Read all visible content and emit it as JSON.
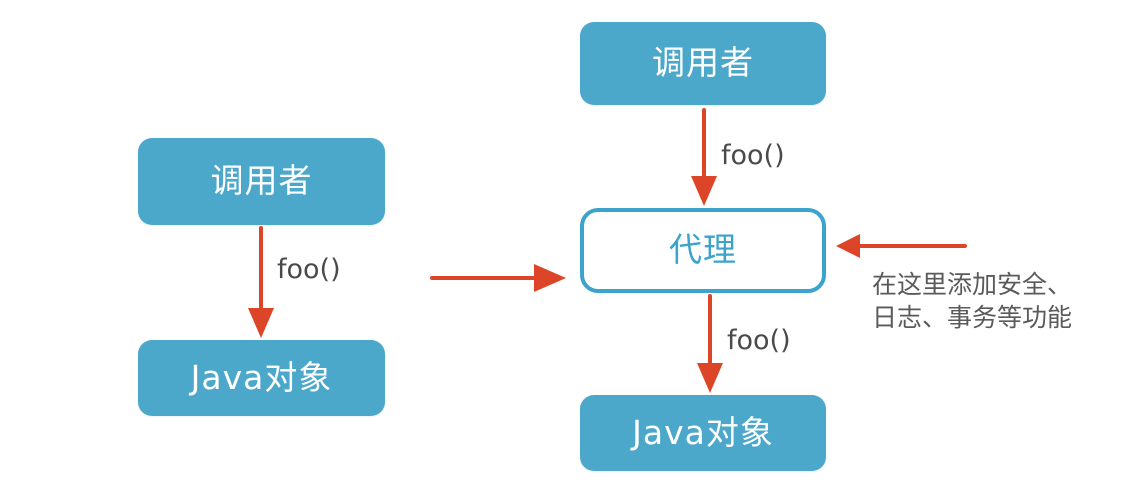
{
  "diagram": {
    "title_left": "调用者",
    "colors": {
      "node_fill": "#4ba8cb",
      "node_text": "#ffffff",
      "outline_stroke": "#3ba3cc",
      "outline_text": "#3ba3cc",
      "arrow": "#dd4528",
      "edge_label_text": "#4a4a4a",
      "note_text": "#5a5a5a",
      "background": "#ffffff"
    },
    "left_group": {
      "caller_box": "调用者",
      "target_box": "Java对象",
      "call_label": "foo()"
    },
    "right_group": {
      "caller_box": "调用者",
      "proxy_box": "代理",
      "target_box": "Java对象",
      "call_label_top": "foo()",
      "call_label_bottom": "foo()"
    },
    "annotation": {
      "line1": "在这里添加安全、",
      "line2": "日志、事务等功能"
    }
  }
}
